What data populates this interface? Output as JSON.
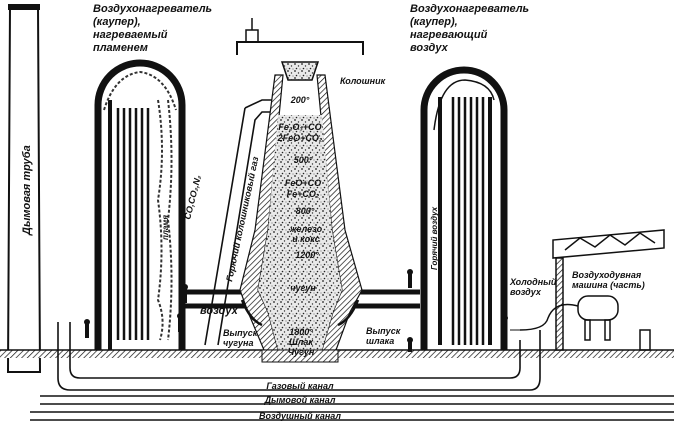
{
  "labels": {
    "chimney": "Дымовая труба",
    "left_stove_title": [
      "Воздухонагреватель",
      "(каупер),",
      "нагреваемый",
      "пламенем"
    ],
    "right_stove_title": [
      "Воздухонагреватель",
      "(каупер),",
      "нагревающий",
      "воздух"
    ],
    "flame": "пламя",
    "furnace_top": "Колошник",
    "gas_composition": "CO,CO₂,N₂",
    "hot_gas": "Горючий колошниковый газ",
    "air": "воздух",
    "hot_air": "Горячий воздух",
    "cold_air": [
      "Холодный",
      "воздух"
    ],
    "blower": [
      "Воздуходувная",
      "машина (часть)"
    ],
    "iron_tap": [
      "Выпуск",
      "чугуна"
    ],
    "slag_tap": [
      "Выпуск",
      "шлака"
    ],
    "gas_channel": "Газовый канал",
    "smoke_channel": "Дымовой канал",
    "air_channel": "Воздушный канал"
  },
  "furnace_zones": {
    "t200": "200°",
    "reaction1": [
      "Fe₂O₃+CO",
      "2FeO+CO₂"
    ],
    "t500": "500°",
    "reaction2": [
      "FeO+CO",
      "Fe+CO₂"
    ],
    "t800": "800°",
    "iron_coke": [
      "железо",
      "и кокс"
    ],
    "t1200": "1200°",
    "cast_iron": "чугун",
    "t1800": "1800°",
    "slag": "Шлак",
    "iron_bottom": "Чугун"
  }
}
